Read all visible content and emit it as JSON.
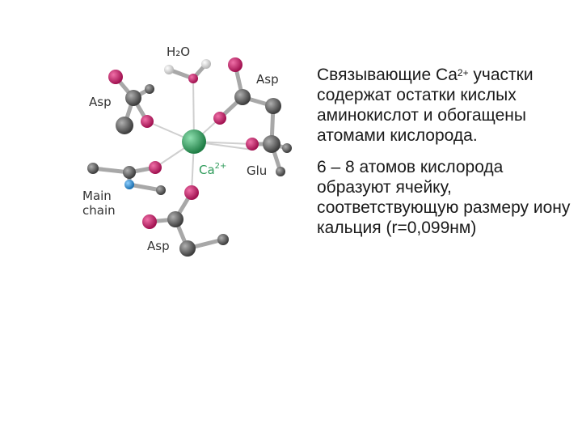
{
  "figure": {
    "labels": {
      "h2o": "H₂O",
      "asp_top_right": "Asp",
      "asp_left": "Asp",
      "asp_bottom": "Asp",
      "glu": "Glu",
      "main_chain_line1": "Main",
      "main_chain_line2": "chain",
      "ca": "Ca",
      "ca_charge": "2+"
    },
    "colors": {
      "carbon": "#5a5a5a",
      "oxygen": "#c8236e",
      "calcium": "#2f9f5c",
      "nitrogen": "#2a8fd6",
      "hydrogen": "#f2f2f2",
      "bond": "#bfbfbf"
    }
  },
  "text": {
    "para1_a": "Связывающие Ca",
    "para1_sup": "2+",
    "para1_b": " участки содержат остатки кислых аминокислот и обогащены атомами кислорода.",
    "para2": "6 – 8 атомов кислорода образуют ячейку, соответствующую размеру иону кальция (r=0,099нм)"
  }
}
